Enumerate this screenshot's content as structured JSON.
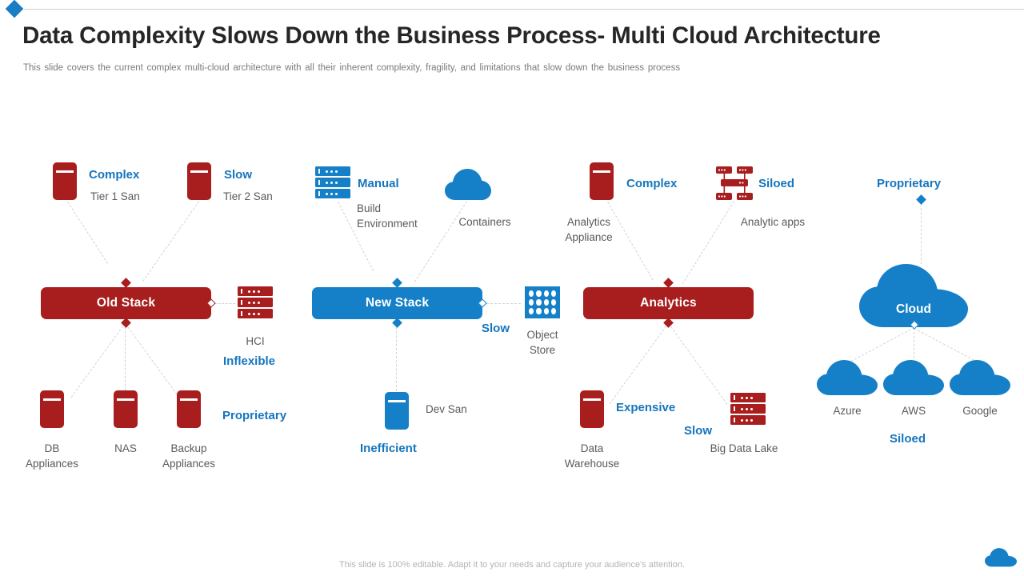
{
  "header": {
    "title": "Data Complexity Slows Down the Business Process- Multi Cloud Architecture",
    "subtitle": "This slide covers the current complex multi-cloud architecture with all their inherent complexity, fragility, and limitations that slow down the business process"
  },
  "colors": {
    "red": "#a81d1d",
    "blue": "#1580c8",
    "accent_text": "#1575bd",
    "label_text": "#5a5a5a",
    "title_text": "#262626",
    "connector": "#cfd4d8"
  },
  "columns": [
    {
      "id": "old-stack",
      "hub_label": "Old Stack",
      "hub_color": "red",
      "top_nodes": [
        {
          "label": "Tier 1 San",
          "tag": "Complex",
          "icon": "tower-icon"
        },
        {
          "label": "Tier 2 San",
          "tag": "Slow",
          "icon": "tower-icon"
        }
      ],
      "side_nodes": [
        {
          "label": "HCI",
          "tag": "Inflexible",
          "icon": "rack-icon"
        }
      ],
      "bottom_nodes": [
        {
          "label": "DB\nAppliances",
          "icon": "tower-icon"
        },
        {
          "label": "NAS",
          "icon": "tower-icon"
        },
        {
          "label": "Backup\nAppliances",
          "icon": "tower-icon"
        }
      ],
      "bottom_tag": "Proprietary"
    },
    {
      "id": "new-stack",
      "hub_label": "New Stack",
      "hub_color": "blue",
      "top_nodes": [
        {
          "label": "Build\nEnvironment",
          "tag": "Manual",
          "icon": "rack-icon"
        },
        {
          "label": "Containers",
          "tag": "",
          "icon": "cloud-icon"
        }
      ],
      "side_nodes": [
        {
          "label": "Object\nStore",
          "tag": "Slow",
          "icon": "object-store-grid-icon"
        }
      ],
      "bottom_nodes": [
        {
          "label": "Dev San",
          "icon": "tower-icon"
        }
      ],
      "bottom_tag": "Inefficient"
    },
    {
      "id": "analytics",
      "hub_label": "Analytics",
      "hub_color": "red",
      "top_nodes": [
        {
          "label": "Analytics\nAppliance",
          "tag": "Complex",
          "icon": "tower-icon"
        },
        {
          "label": "Analytic apps",
          "tag": "Siloed",
          "icon": "network-siloed-icon"
        }
      ],
      "side_nodes": [],
      "bottom_nodes": [
        {
          "label": "Data\nWarehouse",
          "icon": "tower-icon"
        },
        {
          "label": "Big Data Lake",
          "icon": "rack-icon"
        }
      ],
      "bottom_tags": [
        "Expensive",
        "Slow"
      ]
    },
    {
      "id": "cloud",
      "hub_label": "Cloud",
      "hub_color": "blue",
      "top_tag": "Proprietary",
      "bottom_nodes": [
        {
          "label": "Azure",
          "icon": "cloud-icon"
        },
        {
          "label": "AWS",
          "icon": "cloud-icon"
        },
        {
          "label": "Google",
          "icon": "cloud-icon"
        }
      ],
      "bottom_tag": "Siloed"
    }
  ],
  "footer": {
    "note": "This slide is 100% editable. Adapt it to your needs and capture your audience's attention.",
    "corner_icon": "cloud-icon"
  }
}
